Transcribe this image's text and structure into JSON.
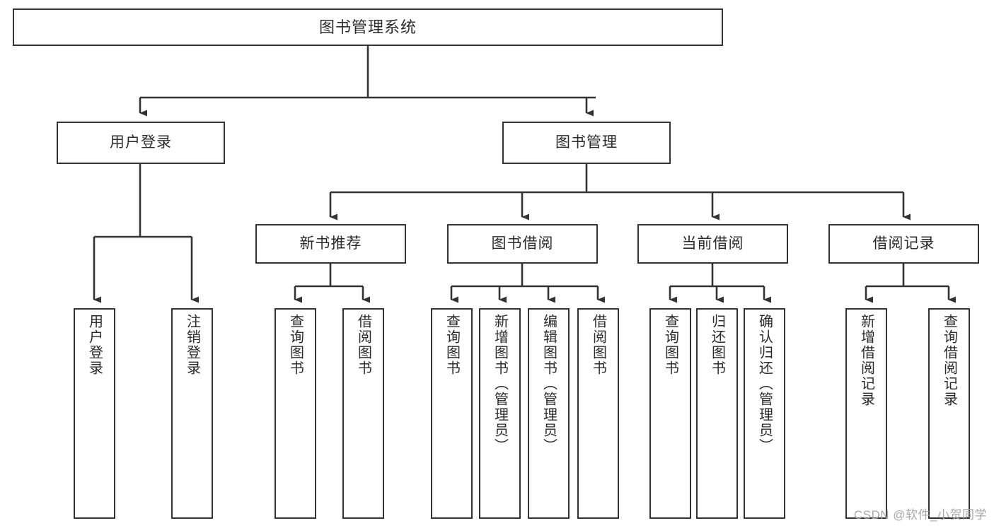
{
  "diagram": {
    "type": "tree",
    "title": "图书管理系统",
    "watermark": "CSDN @软件_小贺同学",
    "colors": {
      "background": "#ffffff",
      "border": "#333333",
      "text": "#2b2b2b",
      "edge": "#333333",
      "watermark": "#a8a8a8"
    },
    "nodes": {
      "root": {
        "label": "图书管理系统"
      },
      "level1": [
        {
          "id": "user-login",
          "label": "用户登录"
        },
        {
          "id": "book-manage",
          "label": "图书管理"
        }
      ],
      "level2": [
        {
          "id": "new-book-recommend",
          "label": "新书推荐"
        },
        {
          "id": "book-borrow",
          "label": "图书借阅"
        },
        {
          "id": "current-borrow",
          "label": "当前借阅"
        },
        {
          "id": "borrow-record",
          "label": "借阅记录"
        }
      ],
      "leaves": [
        {
          "id": "leaf-user-login",
          "label": "用户登录",
          "parent": "user-login"
        },
        {
          "id": "leaf-logout-login",
          "label": "注销登录",
          "parent": "user-login"
        },
        {
          "id": "leaf-query-book-1",
          "label": "查询图书",
          "parent": "new-book-recommend"
        },
        {
          "id": "leaf-borrow-book-1",
          "label": "借阅图书",
          "parent": "new-book-recommend"
        },
        {
          "id": "leaf-query-book-2",
          "label": "查询图书",
          "parent": "book-borrow"
        },
        {
          "id": "leaf-add-book",
          "label": "新增图书（管理员）",
          "parent": "book-borrow"
        },
        {
          "id": "leaf-edit-book",
          "label": "编辑图书（管理员）",
          "parent": "book-borrow"
        },
        {
          "id": "leaf-borrow-book-2",
          "label": "借阅图书",
          "parent": "book-borrow"
        },
        {
          "id": "leaf-query-book-3",
          "label": "查询图书",
          "parent": "current-borrow"
        },
        {
          "id": "leaf-return-book",
          "label": "归还图书",
          "parent": "current-borrow"
        },
        {
          "id": "leaf-confirm-return",
          "label": "确认归还（管理员）",
          "parent": "current-borrow"
        },
        {
          "id": "leaf-add-record",
          "label": "新增借阅记录",
          "parent": "borrow-record"
        },
        {
          "id": "leaf-query-record",
          "label": "查询借阅记录",
          "parent": "borrow-record"
        }
      ]
    }
  }
}
